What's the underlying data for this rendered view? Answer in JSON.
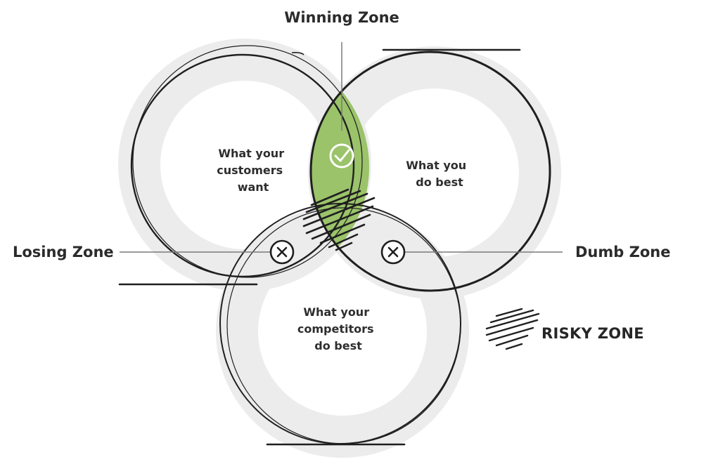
{
  "zones": {
    "winning": "Winning Zone",
    "losing": "Losing Zone",
    "dumb": "Dumb Zone",
    "risky": "RISKY ZONE"
  },
  "circles": {
    "customers": [
      "What your",
      "customers",
      "want"
    ],
    "you": [
      "What you",
      "do best"
    ],
    "competitors": [
      "What your",
      "competitors",
      "do best"
    ]
  },
  "colors": {
    "halo": "#ececec",
    "stroke": "#1f1f1f",
    "winning_fill": "#9bc36a",
    "connector": "#7a7a7a"
  },
  "icons": {
    "winning": "check-circle-icon",
    "losing": "x-circle-icon",
    "dumb": "x-circle-icon",
    "risky": "hatch-icon"
  }
}
